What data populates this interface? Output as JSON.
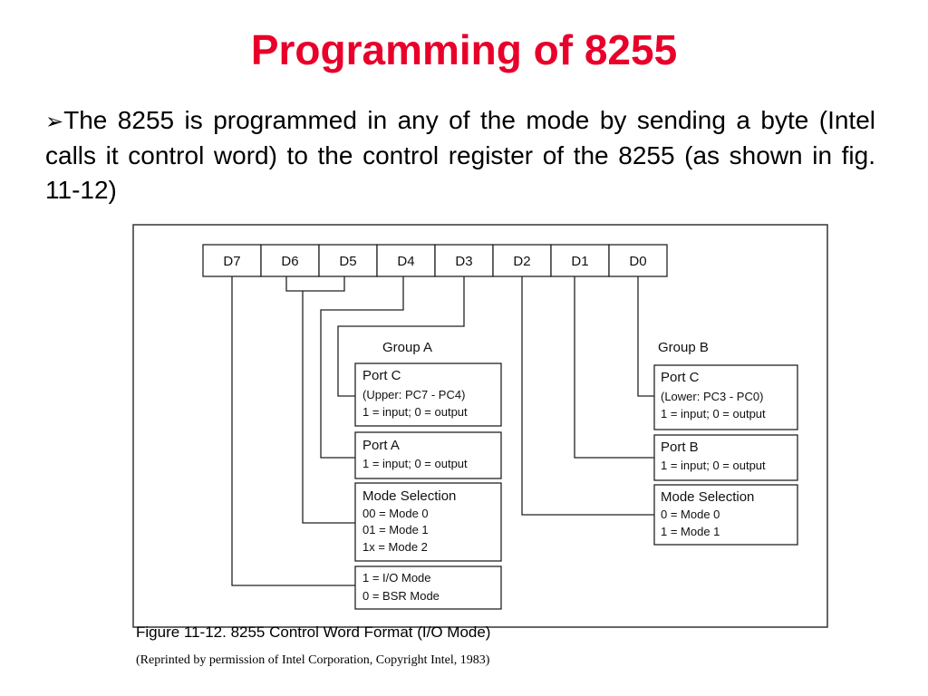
{
  "slide": {
    "title": "Programming of 8255",
    "bullet_text": "The 8255 is programmed in any of the mode by sending a byte (Intel calls it control word) to the control register of the 8255 (as shown in fig. 11-12)"
  },
  "figure": {
    "bits": [
      "D7",
      "D6",
      "D5",
      "D4",
      "D3",
      "D2",
      "D1",
      "D0"
    ],
    "group_a_label": "Group A",
    "group_b_label": "Group B",
    "boxes": {
      "a_portc": [
        "Port C",
        "(Upper: PC7 - PC4)",
        "1 = input; 0 = output"
      ],
      "a_porta": [
        "Port A",
        "1 = input; 0 = output"
      ],
      "a_mode": [
        "Mode Selection",
        "00 = Mode 0",
        "01 = Mode 1",
        "1x = Mode 2"
      ],
      "io": [
        "1 = I/O Mode",
        "0 = BSR Mode"
      ],
      "b_portc": [
        "Port C",
        "(Lower: PC3 - PC0)",
        "1 = input; 0 = output"
      ],
      "b_portb": [
        "Port B",
        "1 = input; 0 = output"
      ],
      "b_mode": [
        "Mode Selection",
        "0 = Mode 0",
        "1 = Mode 1"
      ]
    },
    "caption": "Figure 11-12. 8255 Control Word Format (I/O Mode)",
    "credit": "(Reprinted by permission of Intel Corporation,  Copyright Intel, 1983)"
  }
}
